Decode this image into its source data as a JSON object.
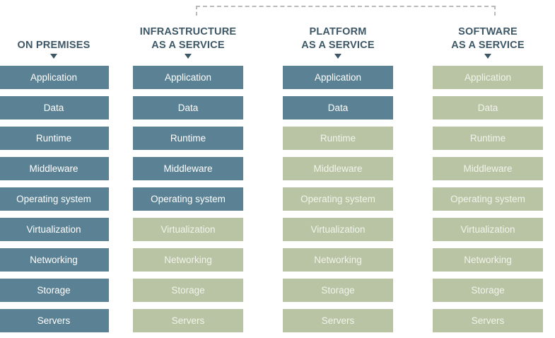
{
  "colors": {
    "managed_by_you": "#5b8294",
    "managed_by_vendor": "#b8c4a3",
    "header_text": "#3d5766",
    "connector": "#b9b9b9"
  },
  "columns": [
    {
      "title_lines": [
        "ON PREMISES"
      ],
      "layers": [
        {
          "label": "Application",
          "managed_by": "you"
        },
        {
          "label": "Data",
          "managed_by": "you"
        },
        {
          "label": "Runtime",
          "managed_by": "you"
        },
        {
          "label": "Middleware",
          "managed_by": "you"
        },
        {
          "label": "Operating system",
          "managed_by": "you"
        },
        {
          "label": "Virtualization",
          "managed_by": "you"
        },
        {
          "label": "Networking",
          "managed_by": "you"
        },
        {
          "label": "Storage",
          "managed_by": "you"
        },
        {
          "label": "Servers",
          "managed_by": "you"
        }
      ]
    },
    {
      "title_lines": [
        "INFRASTRUCTURE",
        "AS A SERVICE"
      ],
      "layers": [
        {
          "label": "Application",
          "managed_by": "you"
        },
        {
          "label": "Data",
          "managed_by": "you"
        },
        {
          "label": "Runtime",
          "managed_by": "you"
        },
        {
          "label": "Middleware",
          "managed_by": "you"
        },
        {
          "label": "Operating system",
          "managed_by": "you"
        },
        {
          "label": "Virtualization",
          "managed_by": "vendor"
        },
        {
          "label": "Networking",
          "managed_by": "vendor"
        },
        {
          "label": "Storage",
          "managed_by": "vendor"
        },
        {
          "label": "Servers",
          "managed_by": "vendor"
        }
      ]
    },
    {
      "title_lines": [
        "PLATFORM",
        "AS A SERVICE"
      ],
      "layers": [
        {
          "label": "Application",
          "managed_by": "you"
        },
        {
          "label": "Data",
          "managed_by": "you"
        },
        {
          "label": "Runtime",
          "managed_by": "vendor"
        },
        {
          "label": "Middleware",
          "managed_by": "vendor"
        },
        {
          "label": "Operating system",
          "managed_by": "vendor"
        },
        {
          "label": "Virtualization",
          "managed_by": "vendor"
        },
        {
          "label": "Networking",
          "managed_by": "vendor"
        },
        {
          "label": "Storage",
          "managed_by": "vendor"
        },
        {
          "label": "Servers",
          "managed_by": "vendor"
        }
      ]
    },
    {
      "title_lines": [
        "SOFTWARE",
        "AS A SERVICE"
      ],
      "layers": [
        {
          "label": "Application",
          "managed_by": "vendor"
        },
        {
          "label": "Data",
          "managed_by": "vendor"
        },
        {
          "label": "Runtime",
          "managed_by": "vendor"
        },
        {
          "label": "Middleware",
          "managed_by": "vendor"
        },
        {
          "label": "Operating system",
          "managed_by": "vendor"
        },
        {
          "label": "Virtualization",
          "managed_by": "vendor"
        },
        {
          "label": "Networking",
          "managed_by": "vendor"
        },
        {
          "label": "Storage",
          "managed_by": "vendor"
        },
        {
          "label": "Servers",
          "managed_by": "vendor"
        }
      ]
    }
  ]
}
